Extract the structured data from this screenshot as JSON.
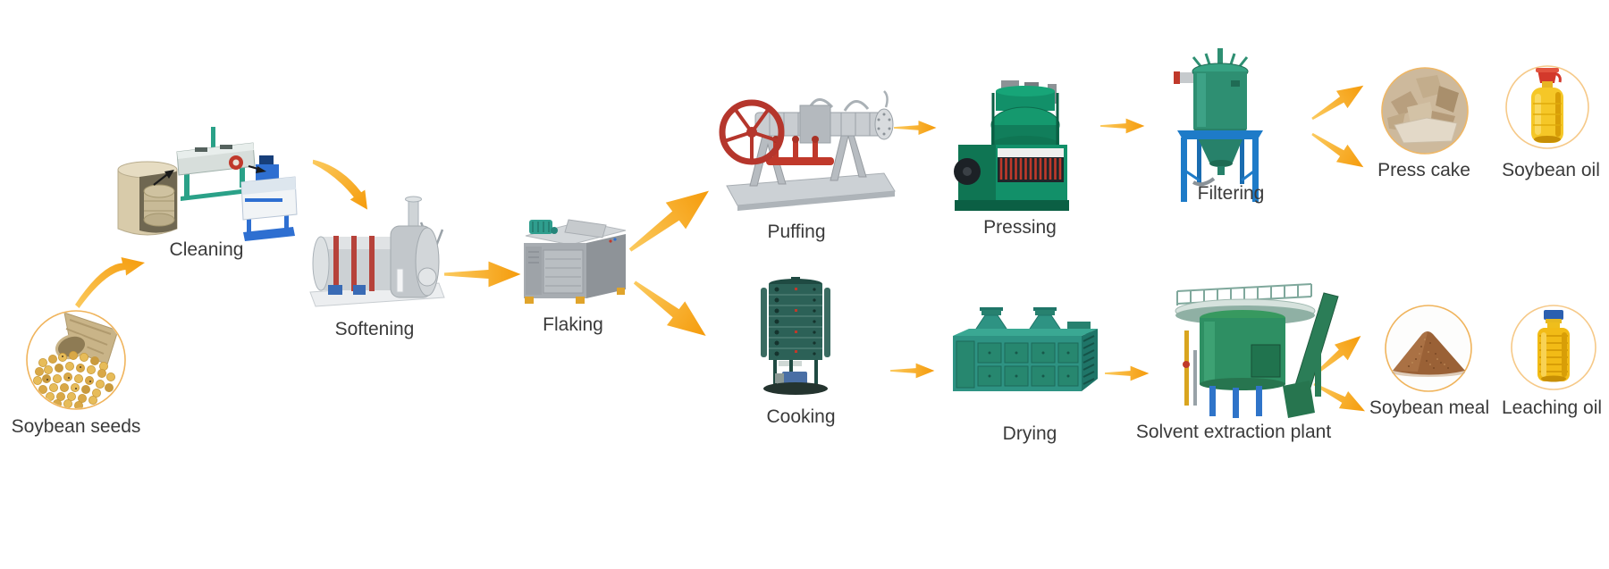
{
  "colors": {
    "background": "#ffffff",
    "arrow_tail": "#fbca5e",
    "arrow_head": "#f59b0b",
    "label_text": "#3a3a3a",
    "circle_border": "#f0b45c"
  },
  "stages": {
    "soybean_seeds": {
      "label": "Soybean seeds",
      "icon": "soybean-seeds-photo"
    },
    "cleaning": {
      "label": "Cleaning",
      "icon": "cleaning-machines"
    },
    "softening": {
      "label": "Softening",
      "icon": "rotary-drum-softener"
    },
    "flaking": {
      "label": "Flaking",
      "icon": "flaking-roller-machine"
    },
    "puffing": {
      "label": "Puffing",
      "icon": "extruder-with-flywheel"
    },
    "pressing": {
      "label": "Pressing",
      "icon": "screw-oil-press"
    },
    "filtering": {
      "label": "Filtering",
      "icon": "leaf-filter-tank"
    },
    "press_cake": {
      "label": "Press cake",
      "icon": "press-cake-photo"
    },
    "soybean_oil": {
      "label": "Soybean oil",
      "icon": "oil-bottle-red-cap"
    },
    "cooking": {
      "label": "Cooking",
      "icon": "vertical-steam-cooker"
    },
    "drying": {
      "label": "Drying",
      "icon": "box-dryer"
    },
    "solvent_extraction": {
      "label": "Solvent extraction plant",
      "icon": "extraction-tank"
    },
    "soybean_meal": {
      "label": "Soybean meal",
      "icon": "meal-pile-photo"
    },
    "leaching_oil": {
      "label": "Leaching oil",
      "icon": "oil-bottle-blue-cap"
    }
  },
  "edges": [
    {
      "from": "soybean_seeds",
      "to": "cleaning"
    },
    {
      "from": "cleaning",
      "to": "softening"
    },
    {
      "from": "softening",
      "to": "flaking"
    },
    {
      "from": "flaking",
      "to": "puffing"
    },
    {
      "from": "flaking",
      "to": "cooking"
    },
    {
      "from": "puffing",
      "to": "pressing"
    },
    {
      "from": "pressing",
      "to": "filtering"
    },
    {
      "from": "filtering",
      "to": "press_cake"
    },
    {
      "from": "filtering",
      "to": "soybean_oil"
    },
    {
      "from": "cooking",
      "to": "drying"
    },
    {
      "from": "drying",
      "to": "solvent_extraction"
    },
    {
      "from": "solvent_extraction",
      "to": "soybean_meal"
    },
    {
      "from": "solvent_extraction",
      "to": "leaching_oil"
    }
  ]
}
